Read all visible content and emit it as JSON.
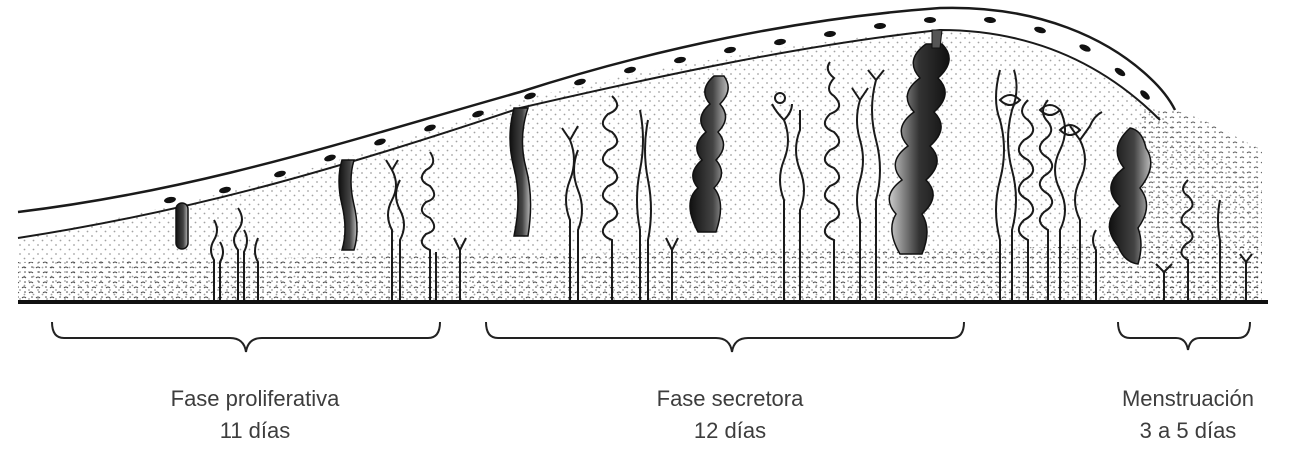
{
  "phases": [
    {
      "name": "Fase proliferativa",
      "duration": "11 días"
    },
    {
      "name": "Fase secretora",
      "duration": "12 días"
    },
    {
      "name": "Menstruación",
      "duration": "3 a 5 días"
    }
  ],
  "colors": {
    "ink": "#1a1a1a",
    "label_text": "#3d3d3d",
    "background": "#ffffff"
  }
}
